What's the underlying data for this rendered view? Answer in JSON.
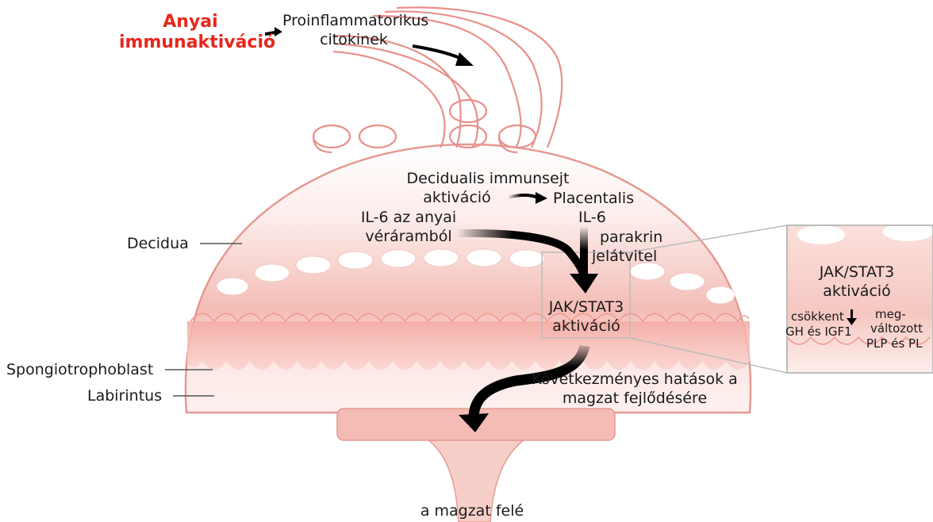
{
  "title_maternal": [
    "Anyai",
    "immunaktiváció"
  ],
  "cytokines": [
    "Proinflammatorikus",
    "citokinek"
  ],
  "decidual": [
    "Decidualis immunsejt",
    "aktiváció"
  ],
  "placental": [
    "Placentalis",
    "IL-6",
    "parakrin",
    "jelátvitel"
  ],
  "il6_maternal": [
    "IL-6 az anyai",
    "véráramból"
  ],
  "jak_main": [
    "JAK/STAT3",
    "aktiváció"
  ],
  "layers": {
    "decidua": "Decidua",
    "spongio": "Spongiotrophoblast",
    "labirintus": "Labirintus"
  },
  "effects": [
    "Következményes hatások a",
    "magzat fejlődésére"
  ],
  "fetus": "a magzat felé",
  "inset": {
    "jak": [
      "JAK/STAT3",
      "aktiváció"
    ],
    "reduced": [
      "csökkent",
      "GH és IGF1"
    ],
    "altered": [
      "meg-",
      "változott",
      "PLP és PL"
    ]
  },
  "colors": {
    "accent": "#e8261c",
    "tissue": "#f2b4ac",
    "outline": "#e59a92"
  }
}
